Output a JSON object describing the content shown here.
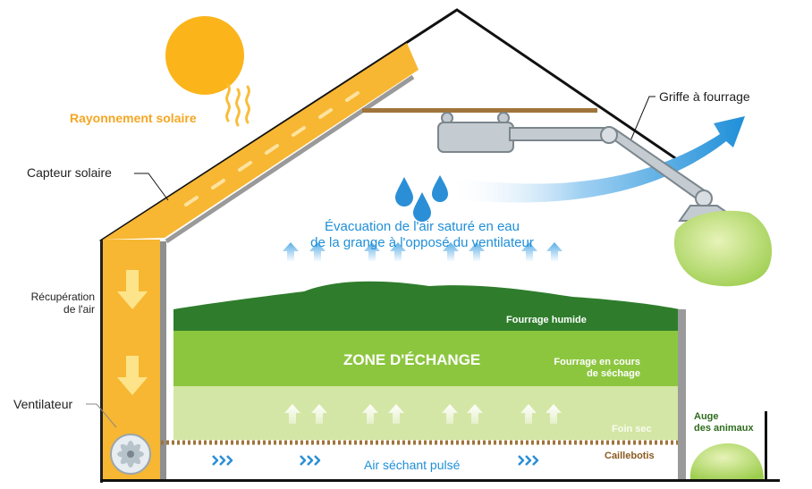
{
  "labels": {
    "solar_radiation": "Rayonnement solaire",
    "solar_collector": "Capteur solaire",
    "air_recovery": "Récupération\nde l'air",
    "fan": "Ventilateur",
    "hay_claw": "Griffe à fourrage",
    "evacuation": "Évacuation de l'air saturé en eau\nde la grange à l'opposé du ventilateur",
    "wet_forage": "Fourrage humide",
    "exchange_zone": "ZONE D'ÉCHANGE",
    "drying_forage": "Fourrage en cours\nde séchage",
    "dry_hay": "Foin sec",
    "slatted_floor": "Caillebotis",
    "drying_air": "Air séchant pulsé",
    "animal_trough": "Auge\ndes animaux"
  },
  "colors": {
    "sun": "#fbb41a",
    "solar_duct": "#f7b733",
    "sky_arrow": "#1f8fd8",
    "wet_forage": "#2f7d2c",
    "exchange_zone": "#8cc63f",
    "dry_hay": "#d4e6a5",
    "roof_line": "#111111",
    "slats": "#a0743a"
  },
  "icons": [
    "sun-icon",
    "heat-waves-icon",
    "fan-icon",
    "water-drop-icon",
    "up-arrow-icon",
    "chevron-right-icon",
    "hay-claw-icon",
    "hay-bale-icon"
  ]
}
